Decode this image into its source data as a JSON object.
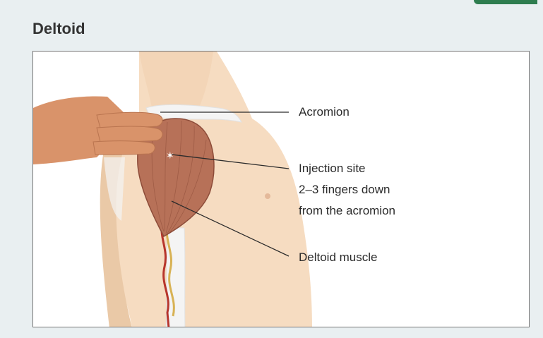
{
  "title": "Deltoid",
  "labels": {
    "acromion": "Acromion",
    "injection_line1": "Injection site",
    "injection_line2": "2–3 fingers down",
    "injection_line3": "from the acromion",
    "deltoid": "Deltoid muscle"
  },
  "colors": {
    "skin": "#f6dcc1",
    "skin_shadow": "#eac9a7",
    "hand": "#d9936a",
    "muscle": "#b77158",
    "muscle_dark": "#8d4c39",
    "bone": "#f4f4f4",
    "nerve_red": "#b7352c",
    "nerve_yellow": "#d8b254",
    "accent_tab": "#2e7d4f"
  }
}
